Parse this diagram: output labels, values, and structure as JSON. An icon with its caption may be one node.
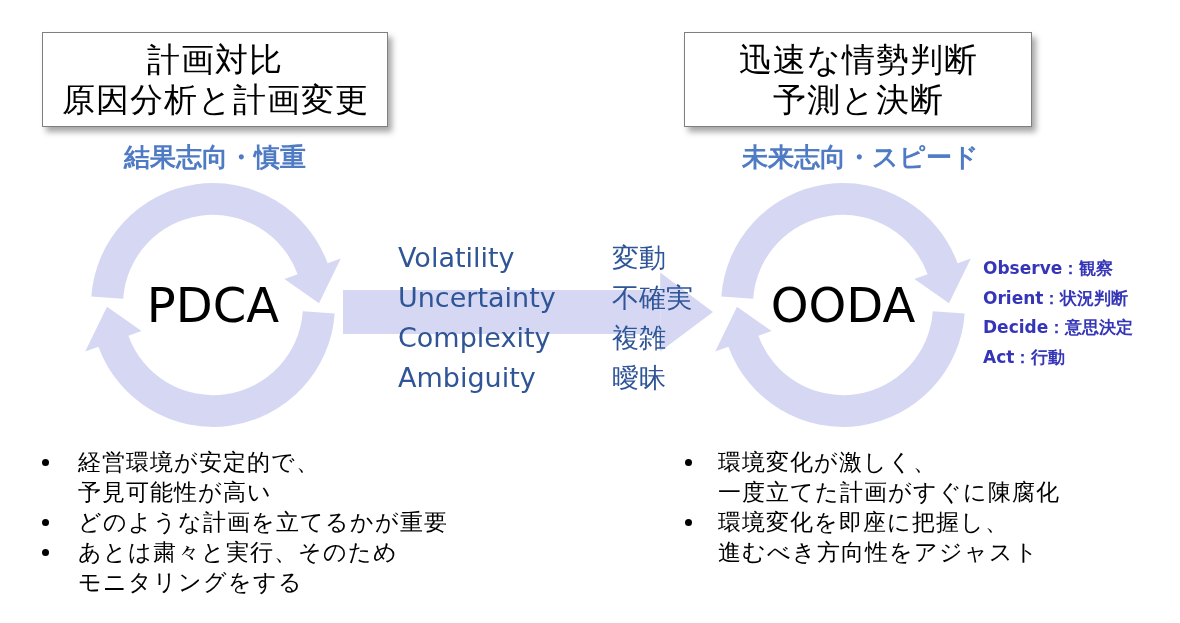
{
  "diagram": {
    "nodes": [
      {
        "text": [
          "計画対比",
          "原因分析と計画変更"
        ]
      },
      {
        "text": [
          "PDCA"
        ]
      },
      {
        "text": [
          "迅速な情勢判断",
          "予測と決断"
        ]
      },
      {
        "text": [
          "OODA"
        ],
        "beside": [
          "Observe：観察",
          "Orient：状況判断",
          "Decide：意思決定",
          "Act：行動"
        ]
      }
    ],
    "edges": [
      {
        "from": 1,
        "to": 3,
        "arrow": "to",
        "color": "#d6d8f3"
      }
    ],
    "labels": [
      "結果志向・慎重",
      "未来志向・スピード",
      "Volatility",
      "変動",
      "Uncertainty",
      "不確実",
      "Complexity",
      "複雑",
      "Ambiguity",
      "曖昧",
      "経営環境が安定的で、予見可能性が高い",
      "どのような計画を立てるかが重要",
      "あとは粛々と実行、そのためモニタリングをする",
      "環境変化が激しく、一度立てた計画がすぐに陳腐化",
      "環境変化を即座に把握し、進むべき方向性をアジャスト"
    ]
  }
}
